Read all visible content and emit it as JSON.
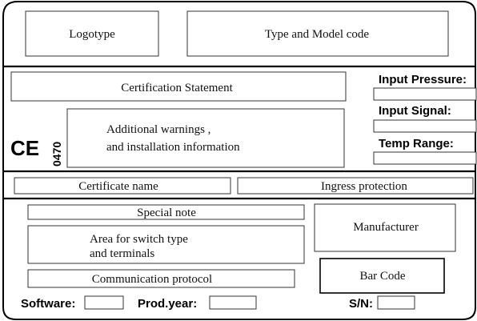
{
  "header": {
    "logotype": "Logotype",
    "type_model": "Type and Model code"
  },
  "certification": {
    "statement": "Certification Statement",
    "warnings_line1": "Additional warnings ,",
    "warnings_line2": "and installation  information",
    "ce_mark": "CE",
    "notified_body": "0470"
  },
  "ratings": {
    "input_pressure": "Input Pressure:",
    "input_signal": "Input Signal:",
    "temp_range": "Temp Range:"
  },
  "certificate_row": {
    "certificate_name": "Certificate name",
    "ingress_protection": "Ingress protection"
  },
  "lower": {
    "special_note": "Special note",
    "switch_area_line1": "Area for switch type",
    "switch_area_line2": "and terminals",
    "communication": "Communication protocol",
    "manufacturer": "Manufacturer",
    "bar_code": "Bar Code"
  },
  "footer": {
    "software": "Software:",
    "prod_year": "Prod.year:",
    "serial": "S/N:"
  }
}
